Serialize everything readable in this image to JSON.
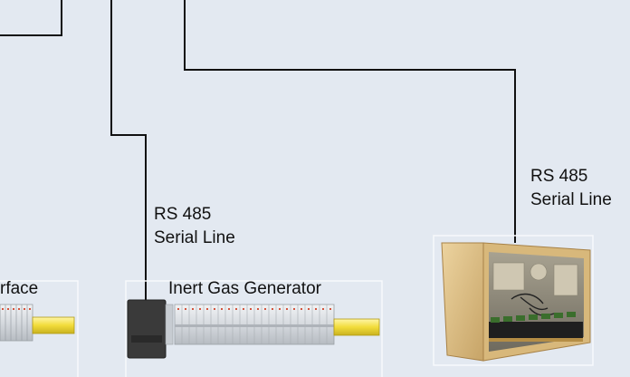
{
  "labels": {
    "interface_partial": "rface",
    "inert_gas_generator": "Inert Gas Generator",
    "serial_left_line1": "RS 485",
    "serial_left_line2": "Serial Line",
    "serial_right_line1": "RS 485",
    "serial_right_line2": "Serial Line"
  },
  "colors": {
    "background": "#e3e9f1",
    "wire": "#111111",
    "frame": "#f7f9fc",
    "rail_yellow": "#f2dc3a",
    "module_gray": "#d5d9de",
    "connector_dark": "#3a3a3a",
    "enclosure_wood": "#dcbd85",
    "enclosure_inside": "#8f8a7a"
  },
  "icons": {
    "left_device": "terminal-block-strip-icon",
    "center_device": "terminal-block-strip-with-connector-icon",
    "right_device": "open-electrical-enclosure-icon"
  }
}
